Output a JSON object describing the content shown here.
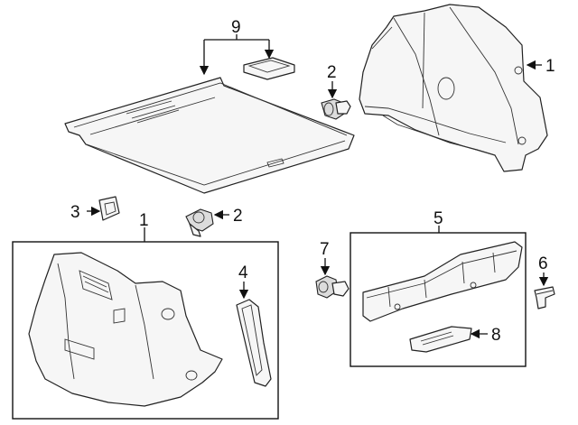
{
  "callouts": {
    "c1_top": "1",
    "c1_box": "1",
    "c2_top": "2",
    "c2_mid": "2",
    "c3": "3",
    "c4": "4",
    "c5": "5",
    "c6": "6",
    "c7": "7",
    "c8": "8",
    "c9": "9"
  }
}
